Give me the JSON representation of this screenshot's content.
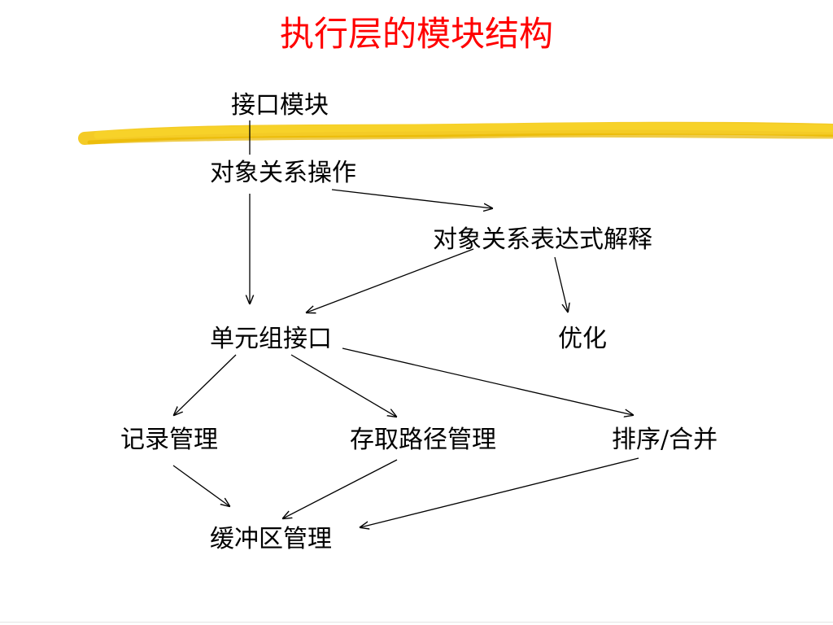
{
  "title": "执行层的模块结构",
  "colors": {
    "title": "#ff0000",
    "highlight_stroke": "#f2c200",
    "text": "#000000",
    "edge": "#000000"
  },
  "nodes": {
    "interface_module": "接口模块",
    "object_relation_ops": "对象关系操作",
    "object_relation_expr": "对象关系表达式解释",
    "tuple_interface": "单元组接口",
    "optimization": "优化",
    "record_mgmt": "记录管理",
    "access_path_mgmt": "存取路径管理",
    "sort_merge": "排序/合并",
    "buffer_mgmt": "缓冲区管理"
  },
  "edges": [
    {
      "from": "interface_module",
      "to": "object_relation_ops",
      "arrow": false
    },
    {
      "from": "object_relation_ops",
      "to": "object_relation_expr",
      "arrow": true
    },
    {
      "from": "object_relation_ops",
      "to": "tuple_interface",
      "arrow": true
    },
    {
      "from": "object_relation_expr",
      "to": "tuple_interface",
      "arrow": true
    },
    {
      "from": "object_relation_expr",
      "to": "optimization",
      "arrow": true
    },
    {
      "from": "tuple_interface",
      "to": "record_mgmt",
      "arrow": true
    },
    {
      "from": "tuple_interface",
      "to": "access_path_mgmt",
      "arrow": true
    },
    {
      "from": "tuple_interface",
      "to": "sort_merge",
      "arrow": true
    },
    {
      "from": "record_mgmt",
      "to": "buffer_mgmt",
      "arrow": true
    },
    {
      "from": "access_path_mgmt",
      "to": "buffer_mgmt",
      "arrow": true
    },
    {
      "from": "sort_merge",
      "to": "buffer_mgmt",
      "arrow": true
    }
  ]
}
